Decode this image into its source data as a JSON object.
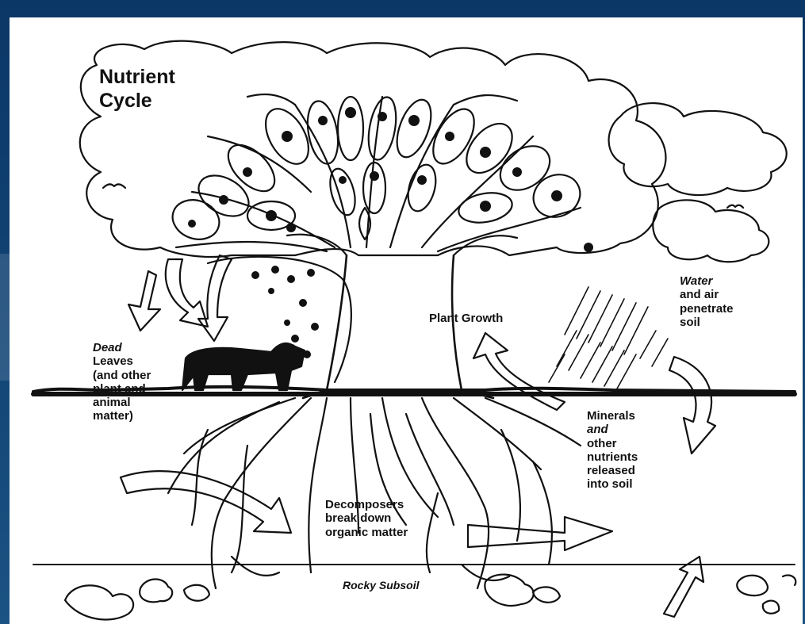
{
  "diagram": {
    "title_line1": "Nutrient",
    "title_line2": "Cycle",
    "dead_leaves": {
      "line1": "Dead",
      "line2": "Leaves",
      "line3": "(and other",
      "line4": "plant and",
      "line5": "animal",
      "line6": "matter)"
    },
    "plant_growth": "Plant Growth",
    "water_air": {
      "line1": "Water",
      "line2": "and air",
      "line3": "penetrate",
      "line4": "soil"
    },
    "minerals": {
      "line1": "Minerals",
      "line2": "and",
      "line3": "other",
      "line4": "nutrients",
      "line5": "released",
      "line6": "into soil"
    },
    "decomposers": {
      "line1": "Decomposers",
      "line2": "break down",
      "line3": "organic matter"
    },
    "rocky_subsoil": "Rocky Subsoil"
  },
  "colors": {
    "frame": "#0f3b6a",
    "ink": "#111111",
    "paper": "#ffffff"
  }
}
